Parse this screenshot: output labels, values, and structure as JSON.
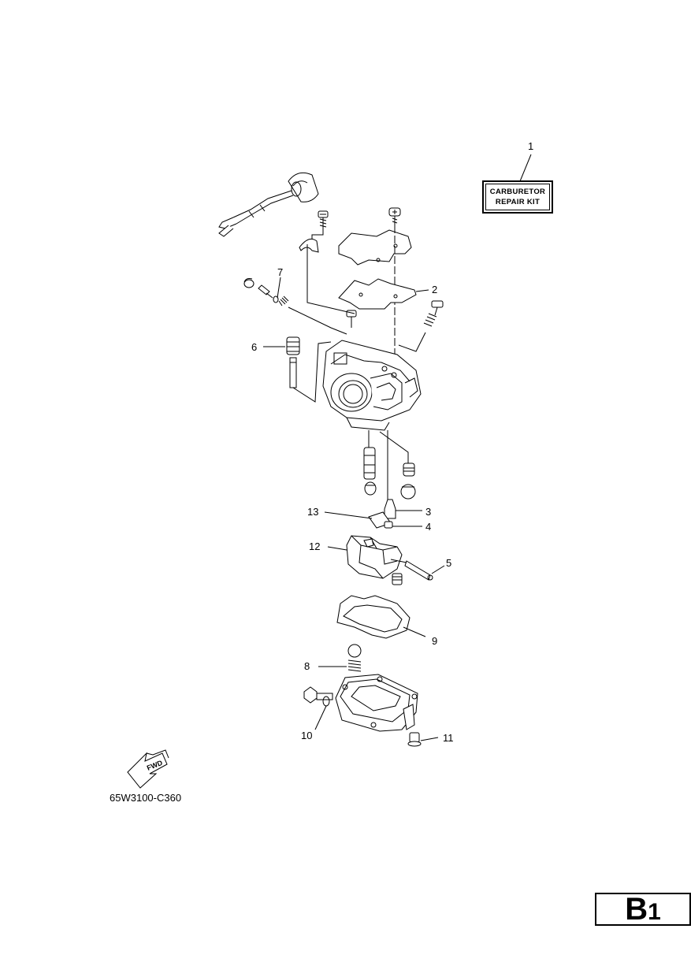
{
  "kit_label": {
    "line1": "CARBURETOR",
    "line2": "REPAIR KIT"
  },
  "figure_code": "65W3100-C360",
  "fwd_label": "FWD",
  "page_tag": {
    "letter": "B",
    "number": "1"
  },
  "callouts": [
    "1",
    "2",
    "3",
    "4",
    "5",
    "6",
    "7",
    "8",
    "9",
    "10",
    "11",
    "12",
    "13"
  ]
}
